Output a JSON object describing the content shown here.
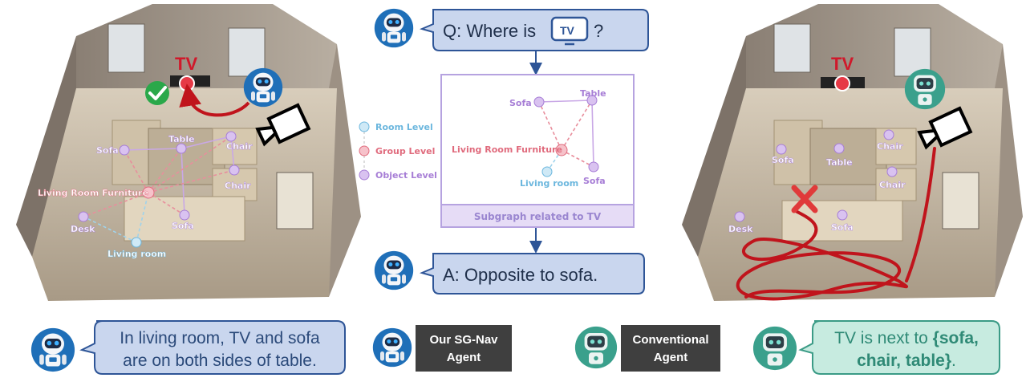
{
  "colors": {
    "blue_bubble_fill": "#c9d6ee",
    "blue_bubble_stroke": "#2e5597",
    "green_bubble_fill": "#c7ebe0",
    "green_bubble_stroke": "#3b9b86",
    "tag_fill": "#3f3f3f",
    "room_level": "#9fd3ec",
    "group_level": "#f0a1ad",
    "object_level": "#c9a8e6",
    "path_red": "#c0141c",
    "check_green": "#2aa84a",
    "tv_red": "#d0182a",
    "subgraph_frame": "#b6a3e0",
    "subgraph_label": "#9a86d0"
  },
  "left_scene": {
    "tv_label": "TV",
    "nodes": {
      "sofa": "Sofa",
      "table": "Table",
      "chair_top": "Chair",
      "chair_bottom": "Chair",
      "group": "Living Room Furniture",
      "sofa_bottom": "Sofa",
      "desk": "Desk",
      "room": "Living room"
    },
    "icons": [
      "robot-agent-icon",
      "camera-icon",
      "checkmark-icon",
      "tv-marker-icon"
    ]
  },
  "center": {
    "question": {
      "prefix": "Q: Where is",
      "icon": "tv-icon",
      "icon_text": "TV",
      "suffix": "?"
    },
    "legend": [
      "Room Level",
      "Group Level",
      "Object Level"
    ],
    "subgraph": {
      "nodes": {
        "sofa": "Sofa",
        "table": "Table",
        "group": "Living Room Furniture",
        "sofa2": "Sofa",
        "room": "Living room"
      },
      "caption": "Subgraph related to TV"
    },
    "answer": "A: Opposite to sofa."
  },
  "right_scene": {
    "tv_label": "TV",
    "labels": [
      "Sofa",
      "Table",
      "Chair",
      "Chair",
      "Desk",
      "Sofa"
    ],
    "icons": [
      "conventional-robot-icon",
      "camera-icon",
      "x-mark-icon",
      "tv-marker-icon"
    ]
  },
  "bottom": {
    "left_bubble": [
      "In living room, TV and sofa",
      "are on both sides of table."
    ],
    "our_agent_tag": [
      "Our SG-Nav",
      "Agent"
    ],
    "conventional_tag": [
      "Conventional",
      "Agent"
    ],
    "right_bubble": {
      "line1_plain": "TV is next to ",
      "line1_bold": "{sofa,",
      "line2_bold": "chair, table}",
      "line2_plain": "."
    }
  }
}
